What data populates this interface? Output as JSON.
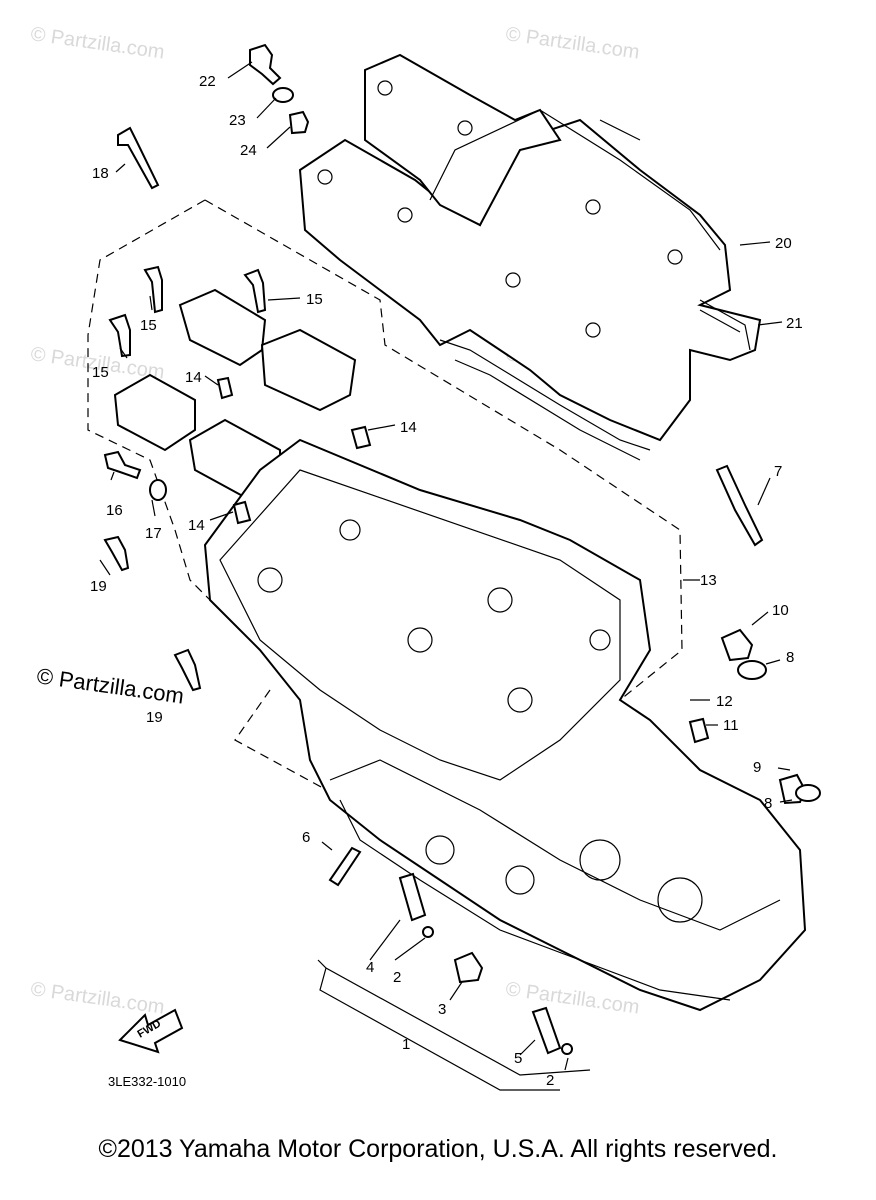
{
  "watermark": {
    "text": "© Partzilla.com",
    "prominent_text": "© Partzilla.com"
  },
  "diagram_code": "3LE332-1010",
  "fwd_label": "FWD",
  "part_labels": [
    {
      "id": "label-22",
      "text": "22"
    },
    {
      "id": "label-23",
      "text": "23"
    },
    {
      "id": "label-24",
      "text": "24"
    },
    {
      "id": "label-18",
      "text": "18"
    },
    {
      "id": "label-20",
      "text": "20"
    },
    {
      "id": "label-21",
      "text": "21"
    },
    {
      "id": "label-15a",
      "text": "15"
    },
    {
      "id": "label-15b",
      "text": "15"
    },
    {
      "id": "label-15c",
      "text": "15"
    },
    {
      "id": "label-14a",
      "text": "14"
    },
    {
      "id": "label-14b",
      "text": "14"
    },
    {
      "id": "label-14c",
      "text": "14"
    },
    {
      "id": "label-16",
      "text": "16"
    },
    {
      "id": "label-17",
      "text": "17"
    },
    {
      "id": "label-19a",
      "text": "19"
    },
    {
      "id": "label-19b",
      "text": "19"
    },
    {
      "id": "label-7",
      "text": "7"
    },
    {
      "id": "label-13",
      "text": "13"
    },
    {
      "id": "label-10",
      "text": "10"
    },
    {
      "id": "label-8a",
      "text": "8"
    },
    {
      "id": "label-12",
      "text": "12"
    },
    {
      "id": "label-11",
      "text": "11"
    },
    {
      "id": "label-9",
      "text": "9"
    },
    {
      "id": "label-8b",
      "text": "8"
    },
    {
      "id": "label-6",
      "text": "6"
    },
    {
      "id": "label-4",
      "text": "4"
    },
    {
      "id": "label-2a",
      "text": "2"
    },
    {
      "id": "label-3",
      "text": "3"
    },
    {
      "id": "label-1",
      "text": "1"
    },
    {
      "id": "label-5",
      "text": "5"
    },
    {
      "id": "label-2b",
      "text": "2"
    }
  ],
  "copyright": "©2013  Yamaha Motor Corporation, U.S.A. All rights reserved."
}
